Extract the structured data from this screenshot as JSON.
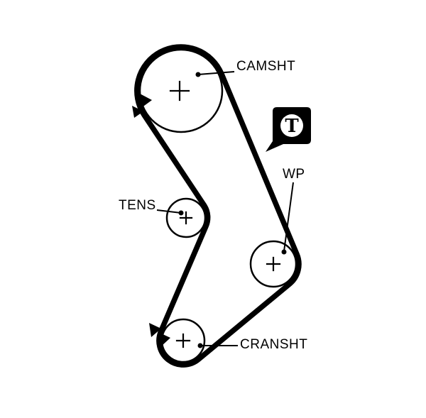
{
  "diagram": {
    "labels": {
      "camshaft": "CAMSHT",
      "tensioner": "TENS",
      "water_pump": "WP",
      "crankshaft": "CRANSHT"
    },
    "tool_badge_letter": "T",
    "icons": {
      "tool_badge": "letter-T-in-speech-bubble",
      "direction_marker": "solid-black-triangle",
      "center_mark": "plus-cross",
      "callout_end": "filled-dot"
    },
    "colors": {
      "line": "#000000",
      "background": "#ffffff"
    }
  }
}
